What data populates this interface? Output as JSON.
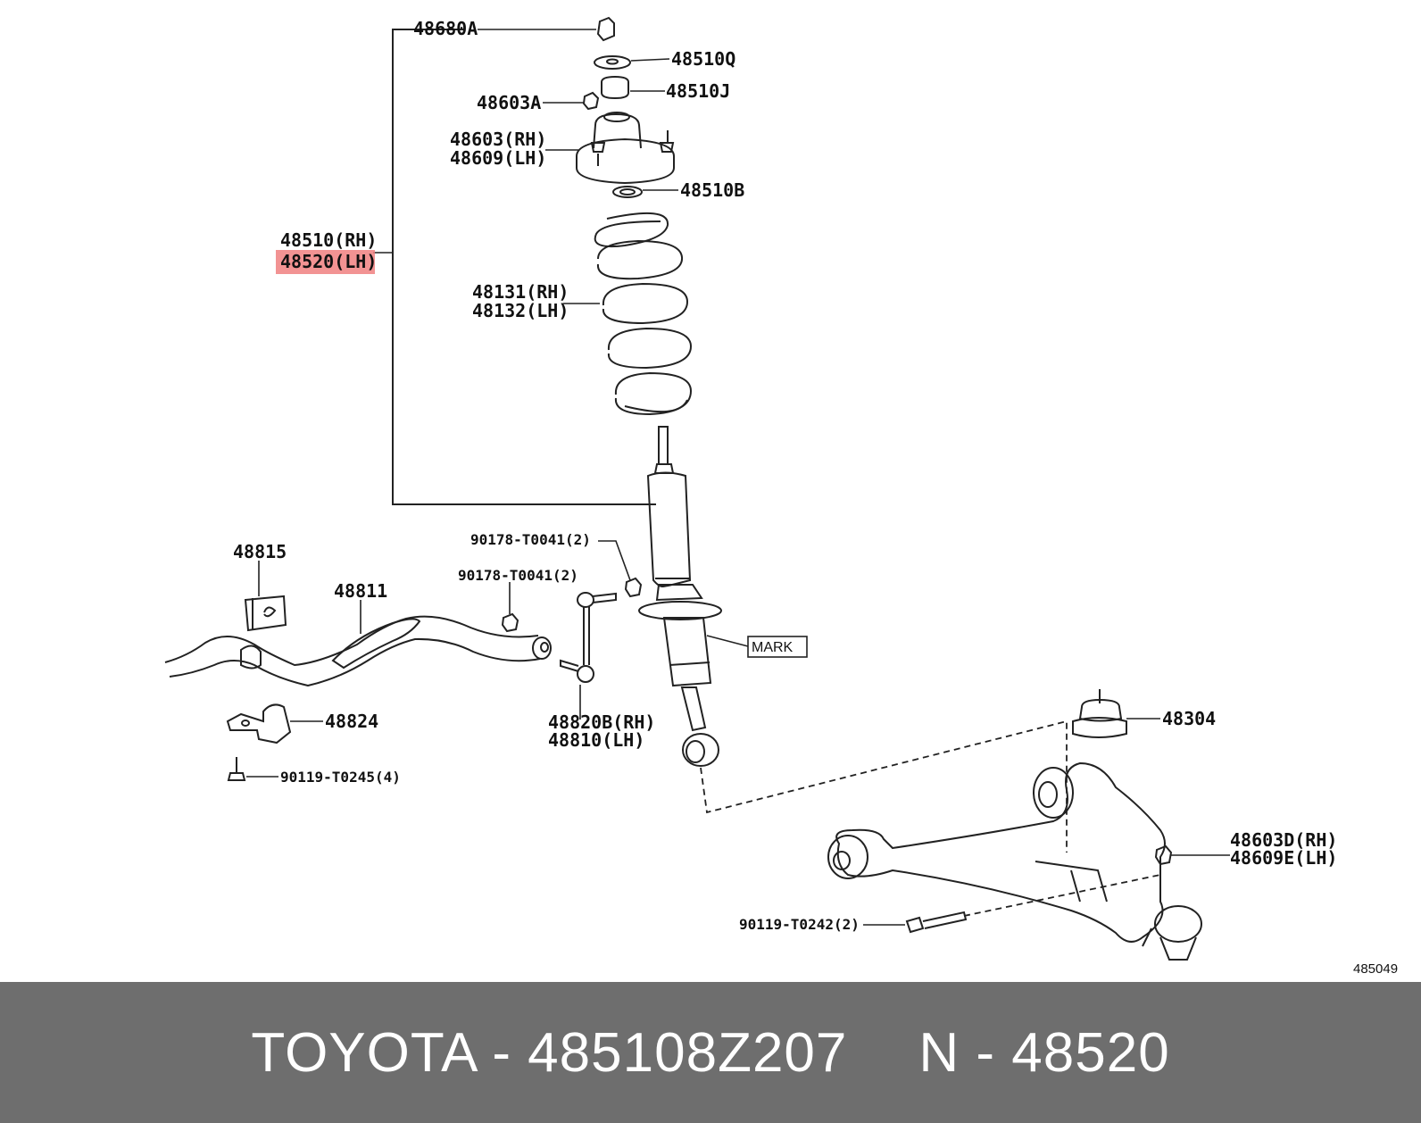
{
  "diagram": {
    "code": "485049",
    "labels": {
      "l48680A": "48680A",
      "l48510Q": "48510Q",
      "l48510J": "48510J",
      "l48603A": "48603A",
      "l48603RH": "48603(RH)",
      "l48609LH": "48609(LH)",
      "l48510B": "48510B",
      "l48510RH": "48510(RH)",
      "l48520LH": "48520(LH)",
      "l48131RH": "48131(RH)",
      "l48132LH": "48132(LH)",
      "l90178a": "90178-T0041(2)",
      "l90178b": "90178-T0041(2)",
      "l48815": "48815",
      "l48811": "48811",
      "lMark": "MARK",
      "l48824": "48824",
      "l48820BRH": "48820B(RH)",
      "l48810LH": "48810(LH)",
      "l90119a": "90119-T0245(4)",
      "l48304": "48304",
      "l48603DRH": "48603D(RH)",
      "l48609ELH": "48609E(LH)",
      "l90119b": "90119-T0242(2)"
    },
    "highlight_color": "#f08080"
  },
  "footer": {
    "left": "TOYOTA - 485108Z207",
    "right": "N - 48520"
  }
}
